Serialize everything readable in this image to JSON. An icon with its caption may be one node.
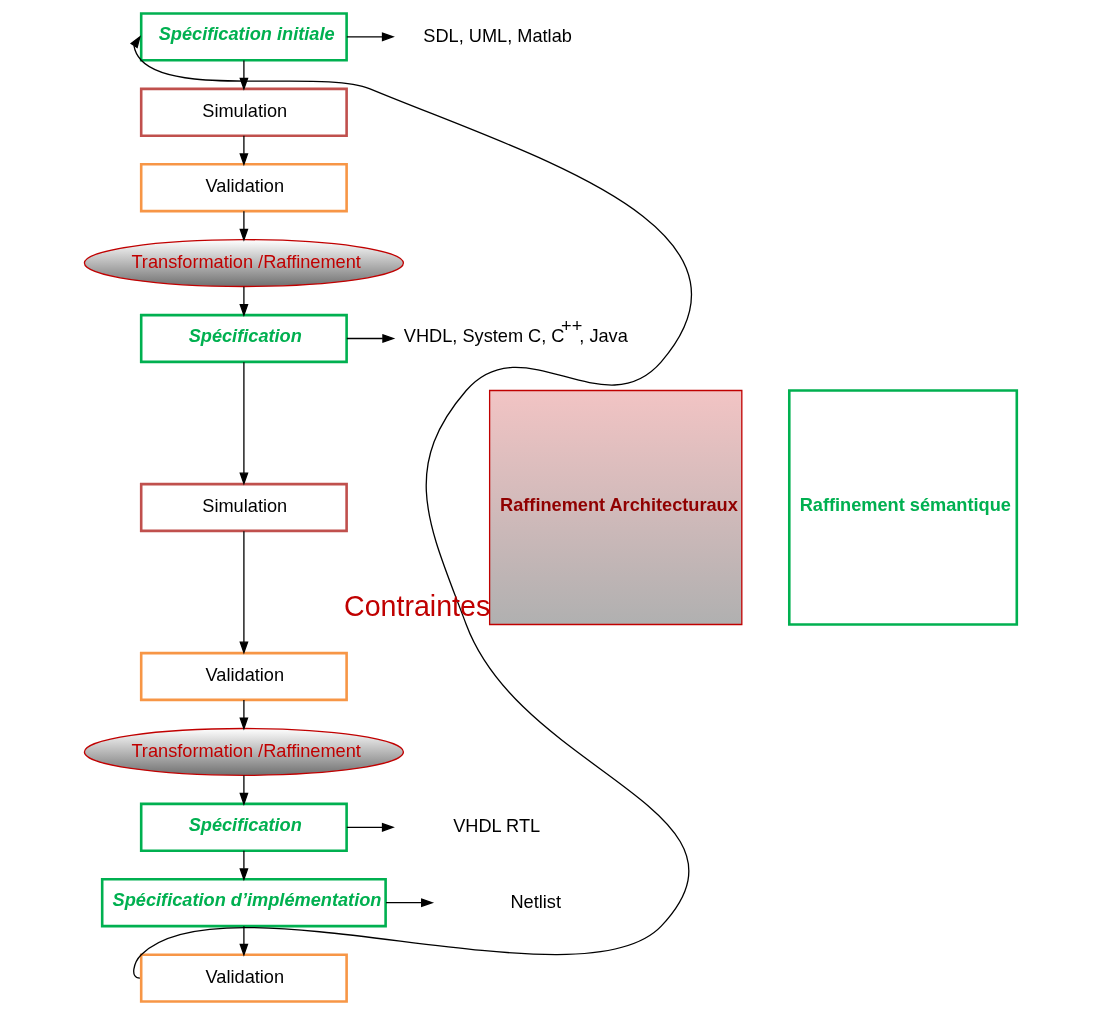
{
  "diagram": {
    "nodes": [
      {
        "text": [
          "Spécification initiale"
        ]
      },
      {
        "text": [
          "Simulation"
        ]
      },
      {
        "text": [
          "Validation"
        ]
      },
      {
        "text": [
          "Transformation /Raffinement"
        ]
      },
      {
        "text": [
          "Spécification"
        ]
      },
      {
        "text": [
          "Simulation"
        ]
      },
      {
        "text": [
          "Validation"
        ]
      },
      {
        "text": [
          "Transformation /Raffinement"
        ]
      },
      {
        "text": [
          "Spécification"
        ]
      },
      {
        "text": [
          "Spécification d’implémentation"
        ]
      },
      {
        "text": [
          "Validation"
        ]
      },
      {
        "text": [
          "SDL, UML, Matlab"
        ]
      },
      {
        "text": [
          "VHDL, System C, C$^{++}$, Java"
        ]
      },
      {
        "text": [
          "VHDL RTL"
        ]
      },
      {
        "text": [
          "Netlist"
        ]
      },
      {
        "text": [
          "Raffinement Architecturaux"
        ],
        "beside": [
          "Contraintes"
        ]
      },
      {
        "text": [
          "Raffinement sémantique"
        ]
      }
    ],
    "edges": [
      {
        "from": 0,
        "to": 1,
        "arrow": "to"
      },
      {
        "from": 1,
        "to": 2,
        "arrow": "to"
      },
      {
        "from": 2,
        "to": 3,
        "arrow": "to"
      },
      {
        "from": 3,
        "to": 4,
        "arrow": "to"
      },
      {
        "from": 4,
        "to": 5,
        "arrow": "to"
      },
      {
        "from": 5,
        "to": 6,
        "arrow": "to"
      },
      {
        "from": 6,
        "to": 7,
        "arrow": "to"
      },
      {
        "from": 7,
        "to": 8,
        "arrow": "to"
      },
      {
        "from": 8,
        "to": 9,
        "arrow": "to"
      },
      {
        "from": 9,
        "to": 10,
        "arrow": "to"
      },
      {
        "from": 10,
        "to": 0,
        "arrow": "to"
      },
      {
        "from": 0,
        "to": 11,
        "arrow": "to"
      },
      {
        "from": 4,
        "to": 12,
        "arrow": "to"
      },
      {
        "from": 8,
        "to": 13,
        "arrow": "to"
      },
      {
        "from": 9,
        "to": 14,
        "arrow": "to"
      }
    ]
  }
}
